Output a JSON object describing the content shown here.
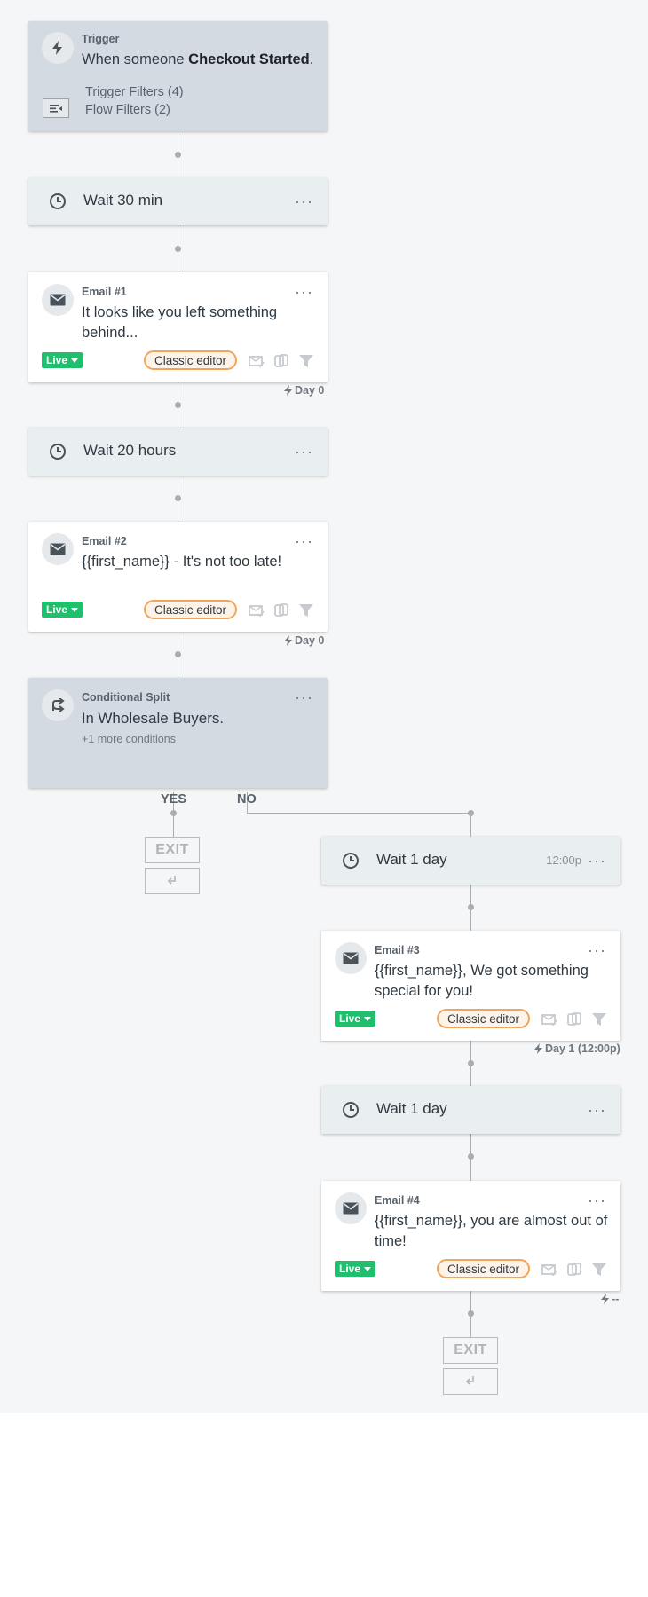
{
  "trigger": {
    "kicker": "Trigger",
    "prefix": "When someone ",
    "event": "Checkout Started",
    "suffix": ".",
    "trigger_filters": "Trigger Filters (4)",
    "flow_filters": "Flow Filters (2)",
    "icon": "lightning-bolt-icon"
  },
  "waits": [
    {
      "label": "Wait 30 min",
      "time": ""
    },
    {
      "label": "Wait 20 hours",
      "time": ""
    },
    {
      "label": "Wait 1 day",
      "time": "12:00p"
    },
    {
      "label": "Wait 1 day",
      "time": ""
    }
  ],
  "emails": [
    {
      "kicker": "Email #1",
      "subject": "It looks like you left something behind...",
      "status": "Live",
      "editor": "Classic editor",
      "day": "Day 0"
    },
    {
      "kicker": "Email #2",
      "subject": "{{first_name}} - It's not too late!",
      "status": "Live",
      "editor": "Classic editor",
      "day": "Day 0"
    },
    {
      "kicker": "Email #3",
      "subject": "{{first_name}}, We got something special for you!",
      "status": "Live",
      "editor": "Classic editor",
      "day": "Day 1 (12:00p)"
    },
    {
      "kicker": "Email #4",
      "subject": "{{first_name}}, you are almost out of time!",
      "status": "Live",
      "editor": "Classic editor",
      "day": "--"
    }
  ],
  "split": {
    "kicker": "Conditional Split",
    "prefix": "In ",
    "segment": "Wholesale Buyers",
    "suffix": ".",
    "more": "+1 more conditions",
    "yes_label": "YES",
    "no_label": "NO"
  },
  "exit_label": "EXIT",
  "more_menu": "···",
  "colors": {
    "live": "#1fbf6d",
    "editor_border": "#f0a55d",
    "trigger_bg": "#d4dae2",
    "wait_bg": "#e9eff0",
    "connector": "#a9adb1"
  }
}
